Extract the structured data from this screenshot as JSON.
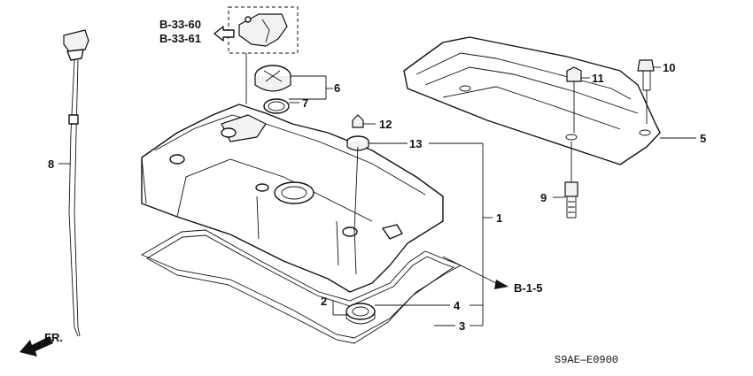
{
  "diagram": {
    "code": "S9AE—E0900",
    "front_label": "FR.",
    "references": [
      "B-33-60",
      "B-33-61",
      "B-1-5"
    ],
    "callouts": [
      "1",
      "2",
      "3",
      "4",
      "5",
      "6",
      "7",
      "8",
      "9",
      "10",
      "11",
      "12",
      "13"
    ]
  }
}
